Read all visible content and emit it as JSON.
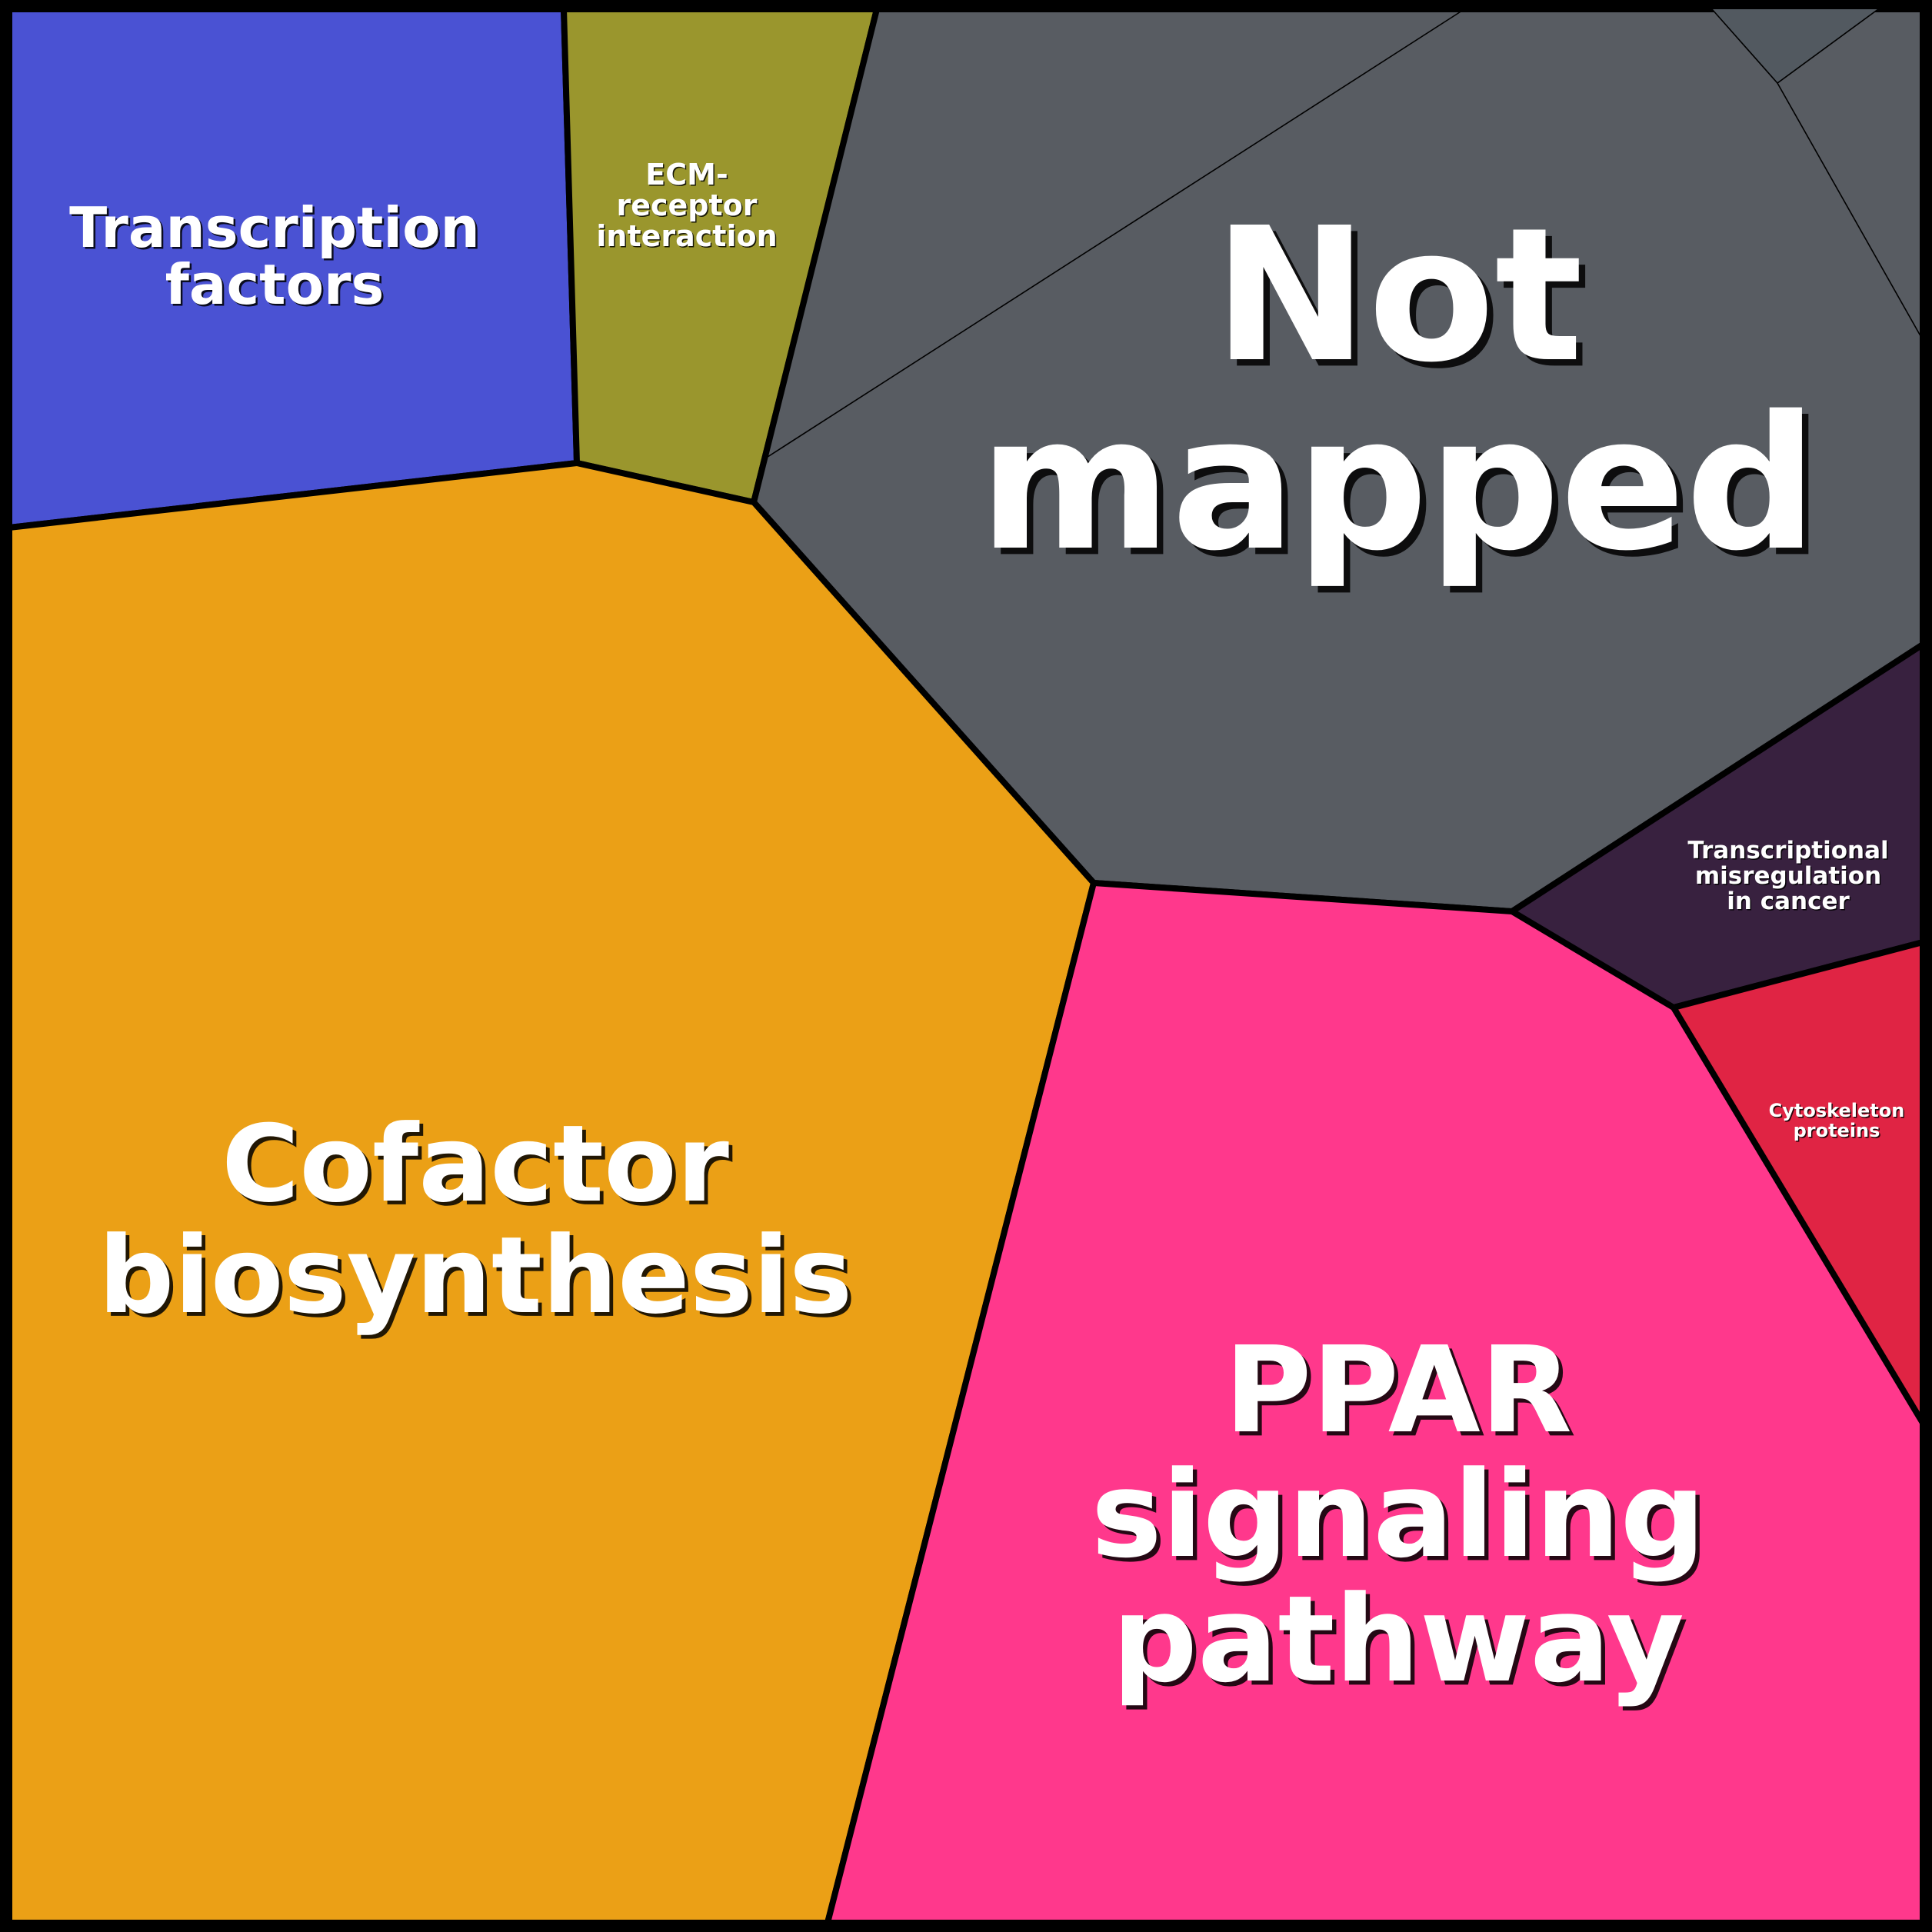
{
  "title": "Proteomap",
  "chart_type": "voronoi-treemap",
  "regions": [
    {
      "id": "transcription-factors",
      "label_lines": [
        "Transcription",
        "factors"
      ],
      "color": "#4a52d3"
    },
    {
      "id": "ecm-receptor-interaction",
      "label_lines": [
        "ECM-",
        "receptor",
        "interaction"
      ],
      "color": "#9a962d"
    },
    {
      "id": "not-mapped",
      "label_lines": [
        "Not",
        "mapped"
      ],
      "color": "#585c62",
      "subcell_color": "#525960"
    },
    {
      "id": "cofactor-biosynthesis",
      "label_lines": [
        "Cofactor",
        "biosynthesis"
      ],
      "color": "#eba016"
    },
    {
      "id": "ppar-signaling-pathway",
      "label_lines": [
        "PPAR",
        "signaling",
        "pathway"
      ],
      "color": "#ff388c"
    },
    {
      "id": "transcriptional-misregulation-in-cancer",
      "label_lines": [
        "Transcriptional",
        "misregulation",
        "in cancer"
      ],
      "color": "#38213f"
    },
    {
      "id": "cytoskeleton-proteins",
      "label_lines": [
        "Cytoskeleton",
        "proteins"
      ],
      "color": "#e02444"
    }
  ]
}
